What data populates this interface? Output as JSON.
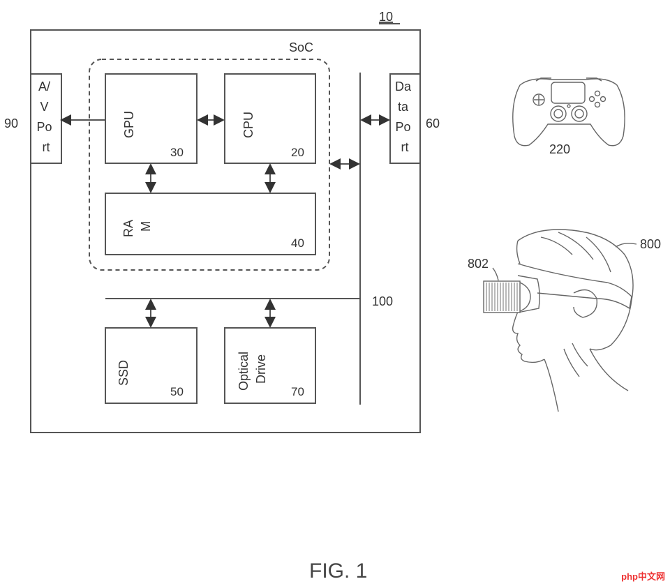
{
  "diagram": {
    "system_ref": "10",
    "soc_label": "SoC",
    "av_port": {
      "lines": [
        "A/",
        "V",
        "Po",
        "rt"
      ],
      "ref": "90"
    },
    "data_port": {
      "lines": [
        "Da",
        "ta",
        "Po",
        "rt"
      ],
      "ref": "60"
    },
    "gpu": {
      "label": "GPU",
      "ref": "30"
    },
    "cpu": {
      "label": "CPU",
      "ref": "20"
    },
    "ram": {
      "lines": [
        "RA",
        "M"
      ],
      "ref": "40"
    },
    "ssd": {
      "label": "SSD",
      "ref": "50"
    },
    "optical": {
      "lines": [
        "Optical",
        "Drive"
      ],
      "ref": "70"
    },
    "bus_ref": "100",
    "controller_ref": "220",
    "hmd_ref": "800",
    "display_ref": "802",
    "figure_caption": "FIG. 1"
  },
  "watermark": "php中文网"
}
